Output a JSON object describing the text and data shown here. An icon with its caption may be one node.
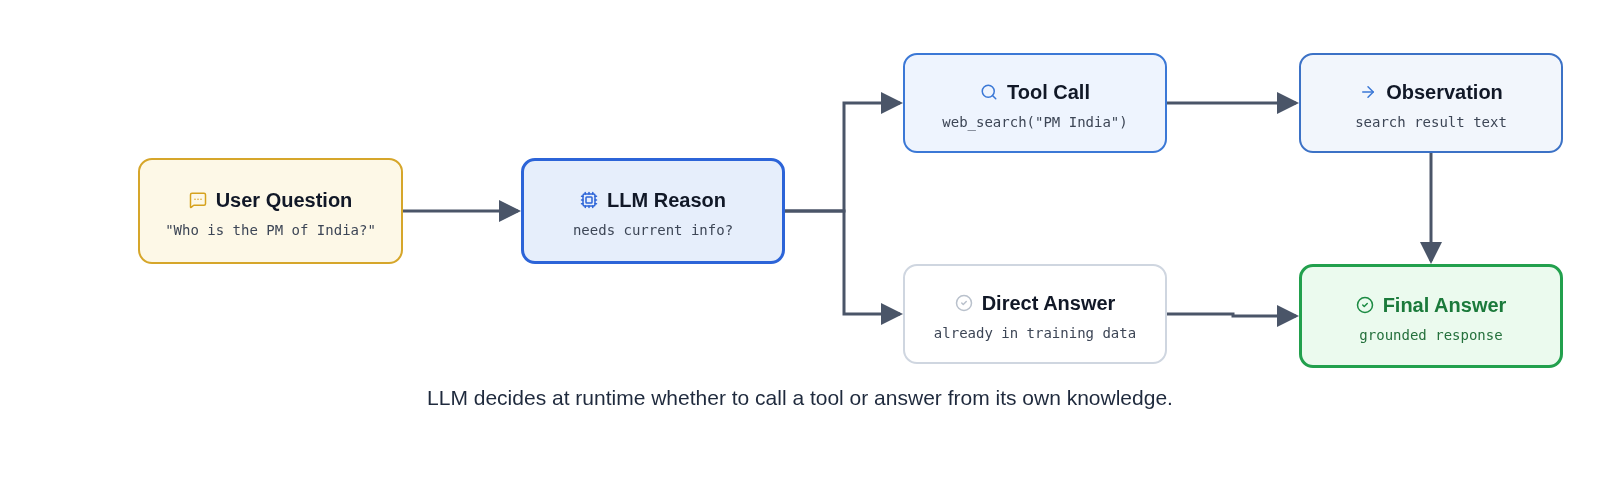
{
  "diagram": {
    "caption": "LLM decides at runtime whether to call a tool or answer from its own knowledge.",
    "nodes": [
      {
        "text": [
          "User Question",
          "\"Who is the PM of India?\""
        ]
      },
      {
        "text": [
          "LLM Reason",
          "needs current info?"
        ]
      },
      {
        "text": [
          "Tool Call",
          "web_search(\"PM India\")"
        ]
      },
      {
        "text": [
          "Observation",
          "search result text"
        ]
      },
      {
        "text": [
          "Direct Answer",
          "already in training data"
        ]
      },
      {
        "text": [
          "Final Answer",
          "grounded response"
        ]
      }
    ],
    "edges": [
      {
        "from": 0,
        "to": 1,
        "arrow": "to"
      },
      {
        "from": 1,
        "to": 2,
        "arrow": "to"
      },
      {
        "from": 1,
        "to": 4,
        "arrow": "to"
      },
      {
        "from": 2,
        "to": 3,
        "arrow": "to"
      },
      {
        "from": 3,
        "to": 5,
        "arrow": "to"
      },
      {
        "from": 4,
        "to": 5,
        "arrow": "to"
      }
    ]
  }
}
